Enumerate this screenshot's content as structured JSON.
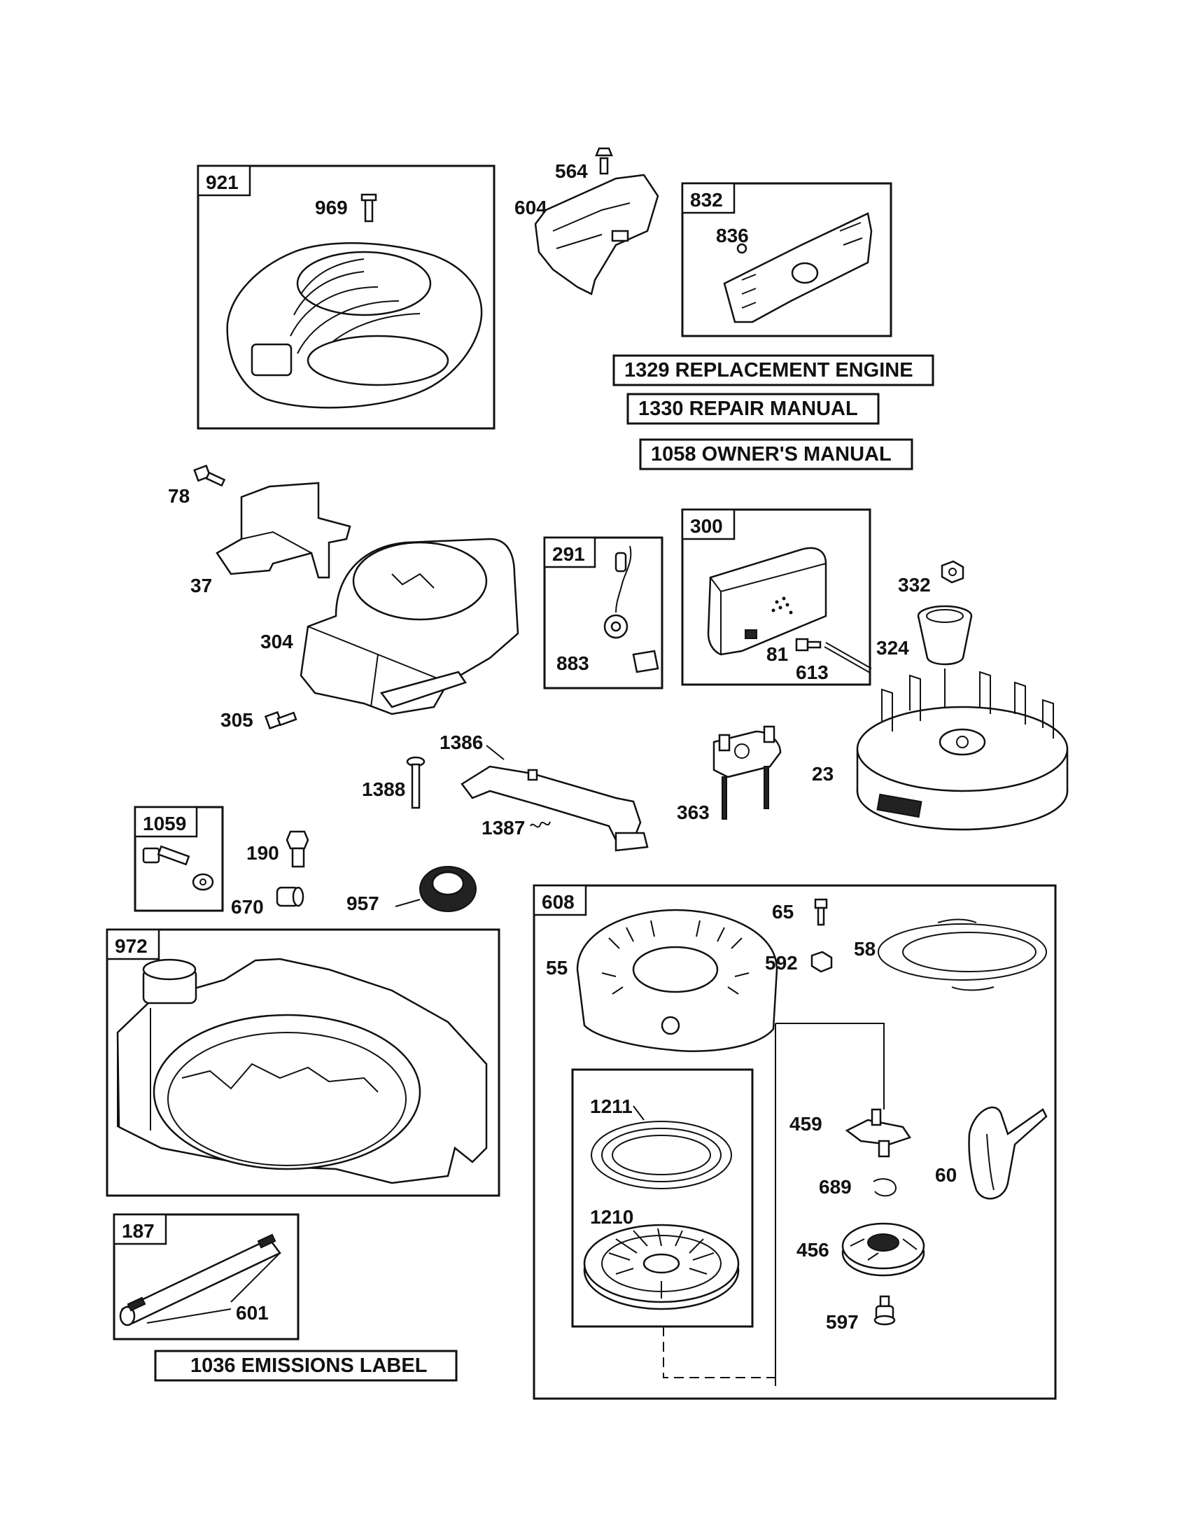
{
  "diagram": {
    "assembly_boxes": [
      {
        "id": "921"
      },
      {
        "id": "832"
      },
      {
        "id": "291"
      },
      {
        "id": "300"
      },
      {
        "id": "1059"
      },
      {
        "id": "972"
      },
      {
        "id": "187"
      },
      {
        "id": "608"
      }
    ],
    "info_bars": {
      "replacement_engine": "1329 REPLACEMENT ENGINE",
      "repair_manual": "1330 REPAIR MANUAL",
      "owners_manual": "1058 OWNER'S MANUAL",
      "emissions_label": "1036 EMISSIONS LABEL"
    },
    "part_labels": {
      "p969": "969",
      "p564": "564",
      "p604": "604",
      "p836": "836",
      "p78": "78",
      "p37": "37",
      "p304": "304",
      "p305": "305",
      "p883": "883",
      "p332": "332",
      "p324": "324",
      "p81": "81",
      "p613": "613",
      "p1386": "1386",
      "p1388": "1388",
      "p1387": "1387",
      "p363": "363",
      "p23": "23",
      "p190": "190",
      "p670": "670",
      "p957": "957",
      "p65": "65",
      "p592": "592",
      "p58": "58",
      "p55": "55",
      "p1211": "1211",
      "p1210": "1210",
      "p459": "459",
      "p689": "689",
      "p60": "60",
      "p456": "456",
      "p597": "597",
      "p601": "601"
    }
  }
}
